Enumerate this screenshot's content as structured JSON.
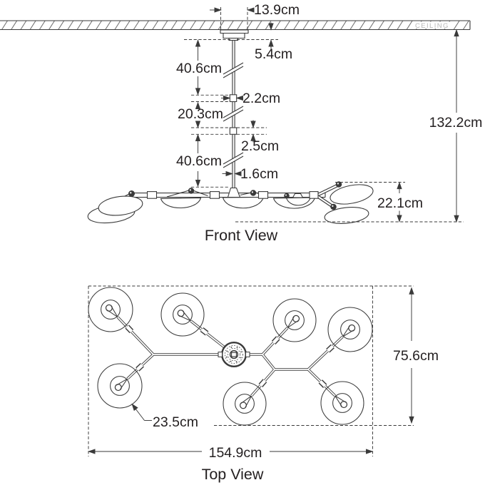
{
  "front_view": {
    "title": "Front View",
    "ceiling_label": "CEILING",
    "dimensions": {
      "canopy_width": "13.9cm",
      "canopy_height": "5.4cm",
      "stem_upper": "40.6cm",
      "coupler_width": "2.2cm",
      "stem_middle": "20.3cm",
      "coupler_height": "2.5cm",
      "stem_lower": "40.6cm",
      "stem_diameter": "1.6cm",
      "overall_height": "132.2cm",
      "body_height": "22.1cm"
    }
  },
  "top_view": {
    "title": "Top View",
    "dimensions": {
      "overall_depth": "75.6cm",
      "shade_diameter": "23.5cm",
      "overall_width": "154.9cm"
    }
  },
  "colors": {
    "line": "#3a3a3a",
    "text": "#231f20",
    "ceiling_text": "#b8b8b8",
    "background": "#ffffff"
  }
}
